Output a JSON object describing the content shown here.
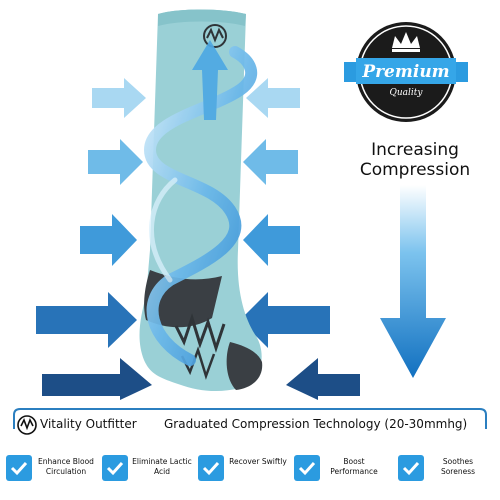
{
  "badge": {
    "premium": "Premium",
    "quality": "Quality"
  },
  "headline": {
    "line1": "Increasing",
    "line2": "Compression"
  },
  "footer": {
    "brand": "Vitality Outfitter",
    "tagline": "Graduated Compression Technology (20-30mmhg)"
  },
  "benefits": [
    "Enhance Blood Circulation",
    "Eliminate Lactic Acid",
    "Recover Swiftly",
    "Boost Performance",
    "Soothes Soreness"
  ],
  "icons": {
    "badge": "crown-icon",
    "logo": "vitality-logo-icon",
    "check": "check-icon"
  },
  "colors": {
    "sock": "#9ad0d6",
    "dark": "#1b3a5c",
    "accent": "#2b9be0",
    "light_arrow": "#a9d8f2",
    "footer_line": "#2b7fc0"
  }
}
